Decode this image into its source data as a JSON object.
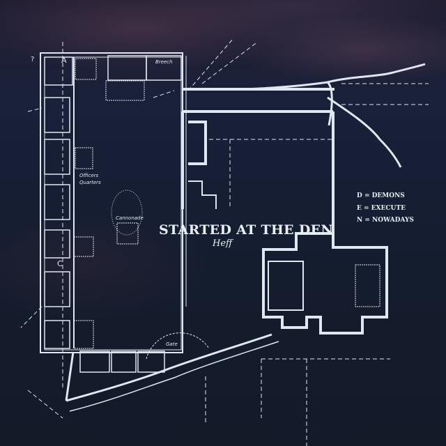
{
  "cover": {
    "title": "STARTED AT THE DEN",
    "artist": "Heff"
  },
  "legend": [
    {
      "letter": "D",
      "meaning": "D = DEMONS"
    },
    {
      "letter": "E",
      "meaning": "E = EXECUTE"
    },
    {
      "letter": "N",
      "meaning": "N = NOWADAYS"
    }
  ],
  "map_labels": {
    "breach": "Breech",
    "officers": "Officers",
    "quarters": "Quarters",
    "cannonade": "Cannonade",
    "gate": "Gate",
    "room_a": "A",
    "room_c": "C",
    "corner": "?"
  },
  "colors": {
    "line": "#dfe8f0",
    "background": "#141d2e"
  }
}
